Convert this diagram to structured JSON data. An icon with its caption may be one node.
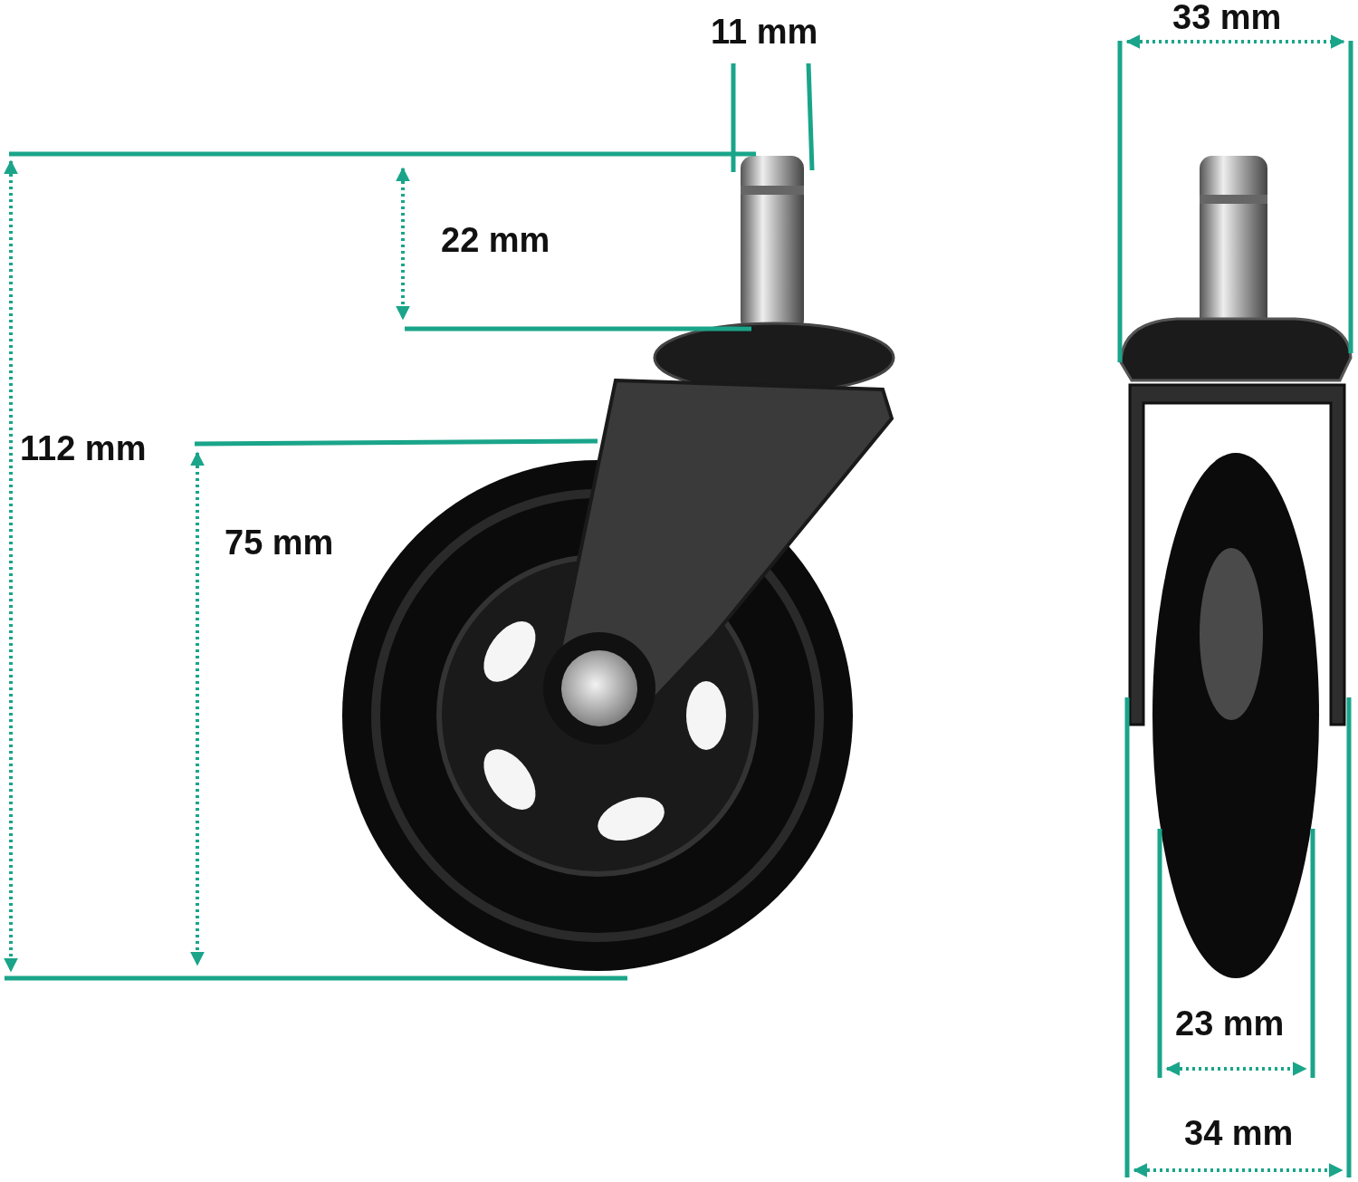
{
  "diagram": {
    "labels": [
      "11 mm",
      "33 mm",
      "22 mm",
      "112 mm",
      "75 mm",
      "23 mm",
      "34 mm"
    ]
  }
}
